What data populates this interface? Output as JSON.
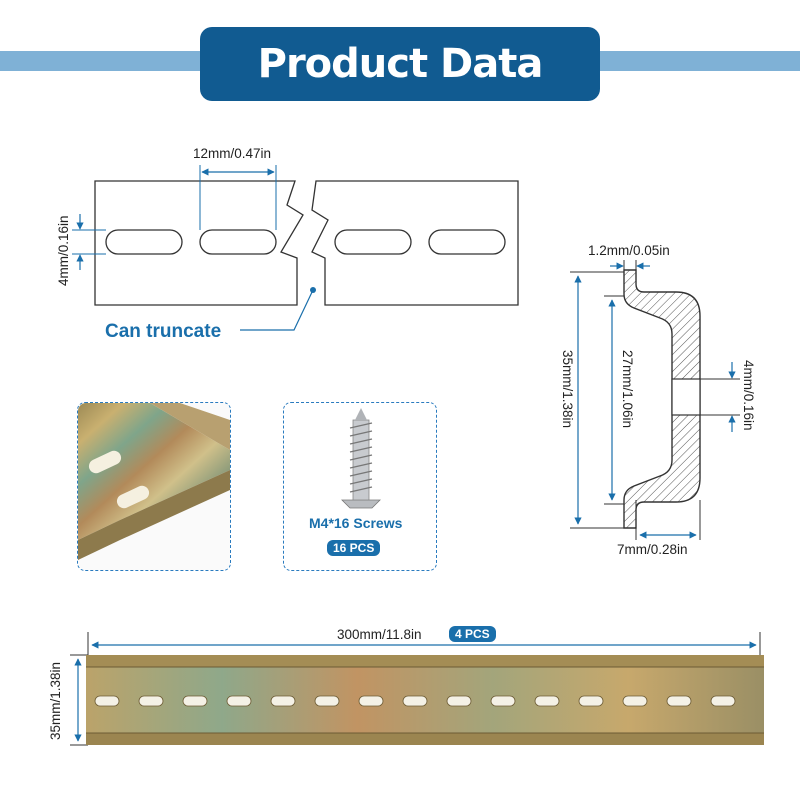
{
  "header": {
    "title": "Product Data"
  },
  "slot_diagram": {
    "pitch_label": "12mm/0.47in",
    "slot_height_label": "4mm/0.16in",
    "note": "Can truncate"
  },
  "profile_diagram": {
    "thickness_label": "1.2mm/0.05in",
    "height_label": "35mm/1.38in",
    "inner_height_label": "27mm/1.06in",
    "slot_label": "4mm/0.16in",
    "depth_label": "7mm/0.28in"
  },
  "screws": {
    "label": "M4*16 Screws",
    "quantity": "16 PCS"
  },
  "rail": {
    "length_label": "300mm/11.8in",
    "quantity": "4 PCS",
    "height_label": "35mm/1.38in"
  },
  "colors": {
    "accent": "#115b91",
    "banner_line": "#7fb1d6",
    "dim_line": "#1a6fab"
  }
}
